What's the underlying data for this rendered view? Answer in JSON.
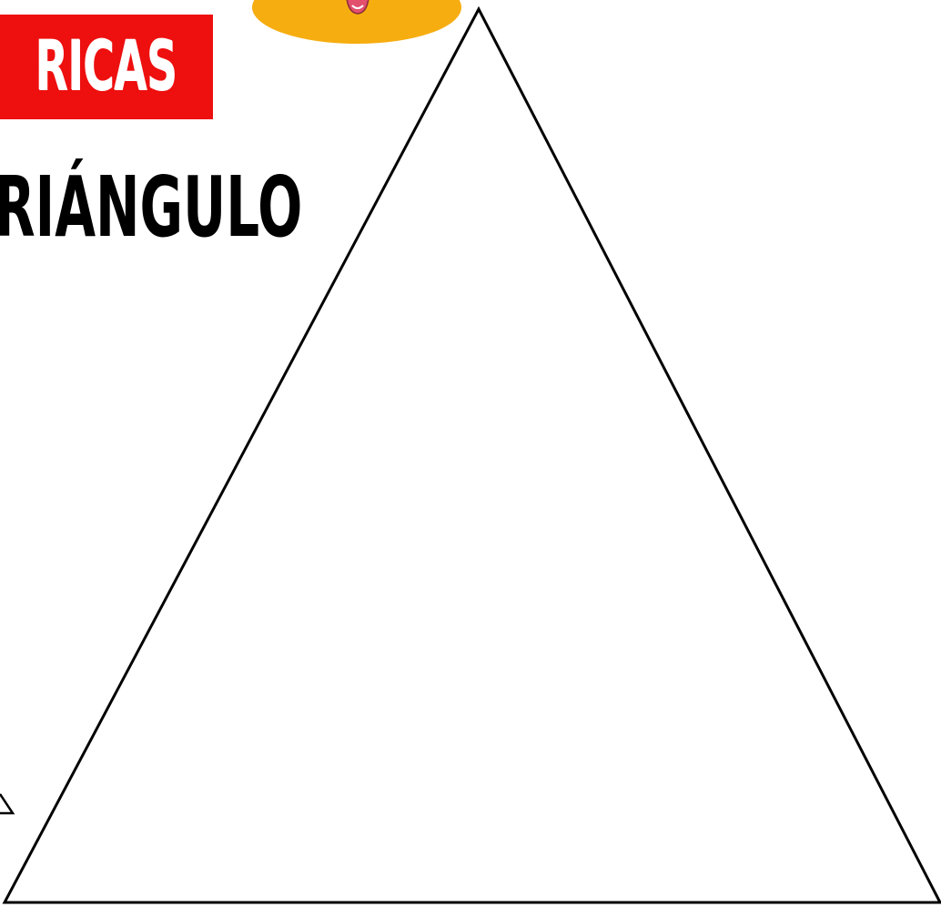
{
  "header": {
    "banner_label": "RICAS",
    "banner_color": "#ee0f0f",
    "title": "RIÁNGULO"
  },
  "decoration": {
    "oval_color": "#f6ad10",
    "mascot_color": "#e2506e"
  },
  "shape": {
    "name": "triangle",
    "stroke_color": "#000000",
    "fill_color": "#ffffff"
  }
}
